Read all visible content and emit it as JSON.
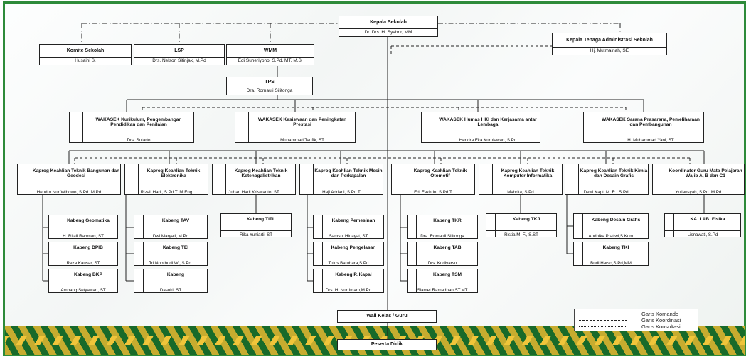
{
  "head": {
    "title": "Kepala Sekolah",
    "name": "Dr. Drs. H. Syahrir, MM"
  },
  "committees": [
    {
      "title": "Komite Sekolah",
      "name": "Husaini S."
    },
    {
      "title": "LSP",
      "name": "Drs. Nelson Sitinjak, M.Pd"
    },
    {
      "title": "WMM",
      "name": "Edi Suheriyono, S.Pd. MT. M.Si"
    }
  ],
  "admin": {
    "title": "Kepala Tenaga Administrasi Sekolah",
    "name": "Hj. Mutmainah, SE"
  },
  "tps": {
    "title": "TPS",
    "name": "Dra. Romauli Silitonga"
  },
  "wakasek": [
    {
      "title": "WAKASEK Kurikulum, Pengembangan Pendidikan dan Penilaian",
      "name": "Drs. Sutarto"
    },
    {
      "title": "WAKASEK Kesiswaan dan Peningkatan Prestasi",
      "name": "Muhammad Taufik, ST"
    },
    {
      "title": "WAKASEK Humas HKI dan Kerjasama antar Lembaga",
      "name": "Hendra Eka Kurniawan, S.Pd"
    },
    {
      "title": "WAKASEK Sarana Prasarana, Pemeliharaan dan Pembangunan",
      "name": "H. Muhammad Yani, ST"
    }
  ],
  "kaprog": [
    {
      "title": "Kaprog Keahlian Teknik Bangunan dan Geodesi",
      "name": "Hendro Nur Wibowo, S.Pd. M.Pd"
    },
    {
      "title": "Kaprog Keahlian Teknik Elektronika",
      "name": "Rizali Hadi, S.Pd.T. M.Eng"
    },
    {
      "title": "Kaprog Keahlian Teknik Ketenagalistrikan",
      "name": "Juhan Hadi Kriswanto, ST"
    },
    {
      "title": "Kaprog Keahlian Teknik Mesin dan Perkapalan",
      "name": "Haji Adriani, S.Pd.T"
    },
    {
      "title": "Kaprog Keahlian Teknik Otomotif",
      "name": "Edi Fakhrin, S.Pd.T"
    },
    {
      "title": "Kaprog Keahlian Teknik Komputer Informatika",
      "name": "Mahrita, S.Pd"
    },
    {
      "title": "Kaprog Keahlian Teknik Kimia dan Desain Grafis",
      "name": "Dewi Kapti M. R., S.Pd."
    },
    {
      "title": "Koordinator Guru Mata Pelajaran Wajib A, B dan C1",
      "name": "Yuliansyah, S.Pd. M.Pd"
    }
  ],
  "kabeng": [
    [
      {
        "title": "Kabeng Geomatika",
        "name": "H. Rijali Rahman, ST"
      },
      {
        "title": "Kabeng DPIB",
        "name": "Reza Kausar, ST"
      },
      {
        "title": "Kabeng BKP",
        "name": "Ambang Setyawan, ST"
      }
    ],
    [
      {
        "title": "Kabeng TAV",
        "name": "Dwi Maryati, M.Pd"
      },
      {
        "title": "Kabeng TEI",
        "name": "Tri Noorbudi W., S.Pd."
      },
      {
        "title": "Kabeng",
        "name": "Dasuki, ST"
      }
    ],
    [
      {
        "title": "Kabeng TITL",
        "name": "Rika Yuniarti, ST"
      }
    ],
    [
      {
        "title": "Kabeng Pemesinan",
        "name": "Samsul Hidayat, ST"
      },
      {
        "title": "Kabeng Pengelasan",
        "name": "Tulus Batubara,S.Pd"
      },
      {
        "title": "Kabeng P. Kapal",
        "name": "Drs. H. Nur Imam,M.Pd"
      }
    ],
    [
      {
        "title": "Kabeng TKR",
        "name": "Dra. Romauli Silitonga"
      },
      {
        "title": "Kabeng TAB",
        "name": "Drs. Kodiyarso"
      },
      {
        "title": "Kabeng TSM",
        "name": "Slamet Ramadhan,ST.MT"
      }
    ],
    [
      {
        "title": "Kabeng TKJ",
        "name": "Ristia M. F., S.ST"
      }
    ],
    [
      {
        "title": "Kabeng Desain Grafis",
        "name": "Andhika Pratiwi,S.Kom"
      },
      {
        "title": "Kabeng TKI",
        "name": "Budi Harso,S.Pd,MM"
      }
    ],
    [
      {
        "title": "KA. LAB. Fisika",
        "name": "Lisnawati, S.Pd"
      }
    ]
  ],
  "wali": {
    "title": "Wali Kelas / Guru"
  },
  "peserta": {
    "title": "Peserta Didik"
  },
  "legend": {
    "komando": "Garis Komando",
    "koordinasi": "Garis Koordinasi",
    "konsultasi": "Garis Konsultasi"
  }
}
